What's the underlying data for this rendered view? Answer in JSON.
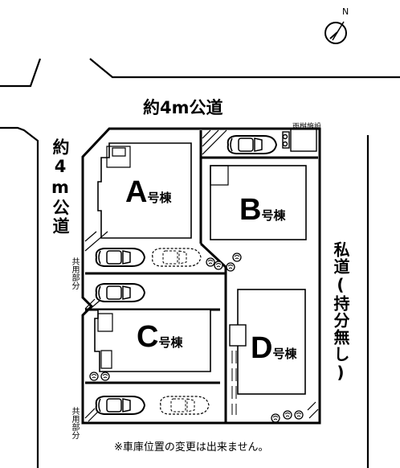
{
  "labels": {
    "road_top": "約4m公道",
    "road_left": "約4m公道",
    "road_right": "私道(持分無し)",
    "shared_1": "共用部分",
    "shared_2": "共用部分",
    "drainage": "雨桝施設",
    "note": "※車庫位置の変更は出来ません。",
    "north": "N"
  },
  "lots": [
    {
      "letter": "A",
      "suffix": "号棟"
    },
    {
      "letter": "B",
      "suffix": "号棟"
    },
    {
      "letter": "C",
      "suffix": "号棟"
    },
    {
      "letter": "D",
      "suffix": "号棟"
    }
  ],
  "icons": [
    "compass-icon",
    "car-icon",
    "shrub-icon"
  ]
}
